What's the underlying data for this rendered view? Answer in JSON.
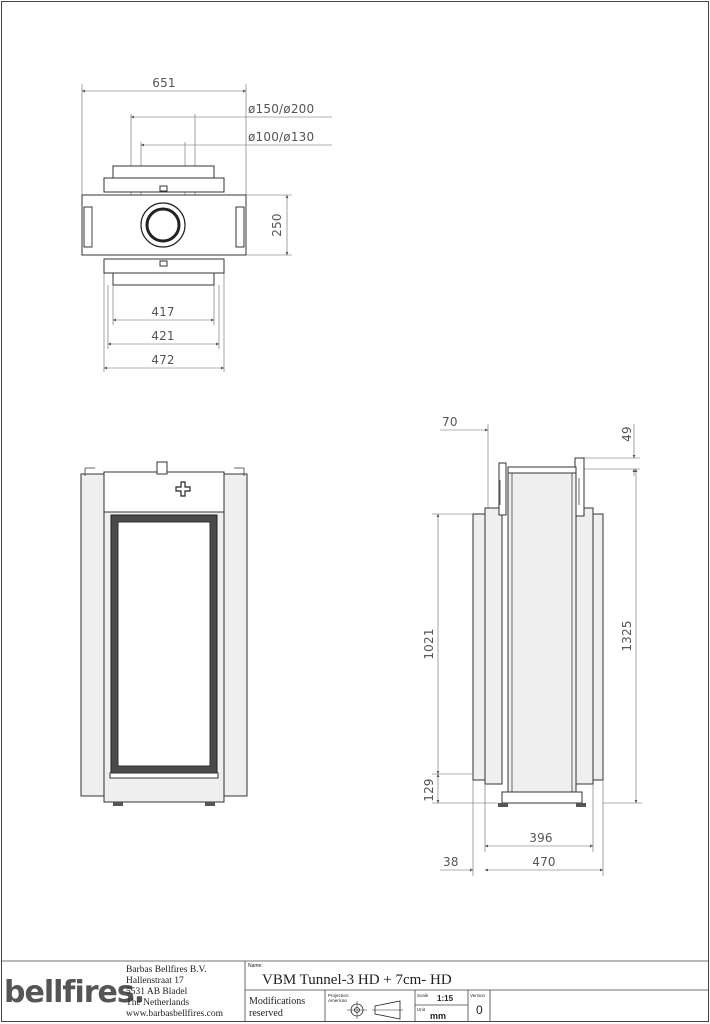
{
  "top_view": {
    "dim_width": "651",
    "dim_flue_outer": "ø150/ø200",
    "dim_flue_inner": "ø100/ø130",
    "dim_depth": "250",
    "dim_417": "417",
    "dim_421": "421",
    "dim_472": "472"
  },
  "side_view": {
    "dim_70": "70",
    "dim_49": "49",
    "dim_1021": "1021",
    "dim_1325": "1325",
    "dim_129": "129",
    "dim_396": "396",
    "dim_38": "38",
    "dim_470": "470"
  },
  "title_block": {
    "logo": "bellfires.",
    "company_lines": [
      "Barbas Bellfires B.V.",
      "Hallenstraat 17",
      "5531 AB Bladel",
      "The Netherlands",
      "www.barbasbellfires.com"
    ],
    "name_label": "Name:",
    "product_name": "VBM Tunnel-3 HD + 7cm- HD",
    "modifications_line1": "Modifications",
    "modifications_line2": "reserved",
    "projection_label_1": "Projection:",
    "projection_label_2": "American",
    "scale_label": "Scale",
    "scale_value": "1:15",
    "unit_label": "Unit",
    "unit_value": "mm",
    "version_label": "Version",
    "version_value": "0"
  }
}
